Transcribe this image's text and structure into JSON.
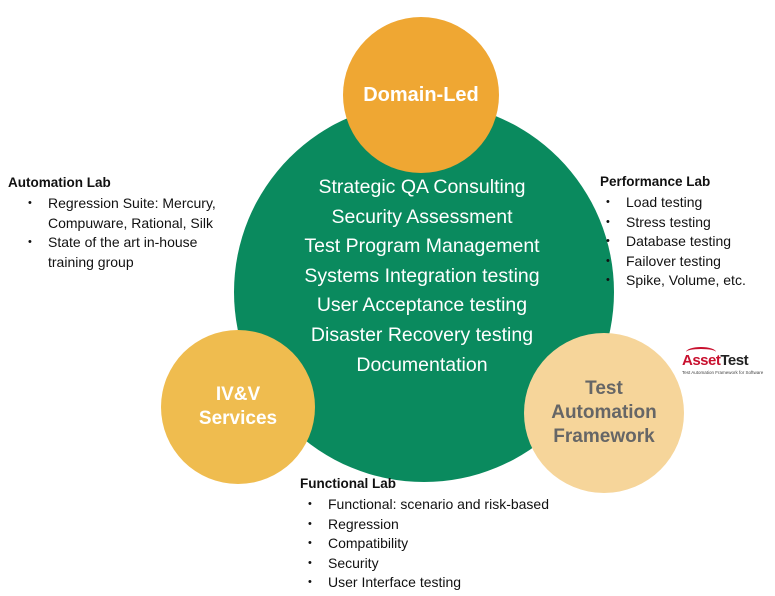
{
  "center": {
    "items": [
      "Strategic QA Consulting",
      "Security Assessment",
      "Test Program Management",
      "Systems Integration testing",
      "User Acceptance testing",
      "Disaster Recovery testing",
      "Documentation"
    ]
  },
  "circles": {
    "domain_led": "Domain-Led",
    "ivv": "IV&V\nServices",
    "taf": "Test\nAutomation\nFramework"
  },
  "automation_lab": {
    "title": "Automation Lab",
    "items": [
      "Regression Suite: Mercury,\nCompuware, Rational, Silk",
      "State of the art in-house\ntraining group"
    ]
  },
  "performance_lab": {
    "title": "Performance Lab",
    "items": [
      "Load testing",
      "Stress testing",
      "Database testing",
      "Failover testing",
      "Spike, Volume, etc."
    ]
  },
  "functional_lab": {
    "title": "Functional Lab",
    "items": [
      "Functional: scenario and risk-based",
      "Regression",
      "Compatibility",
      "Security",
      "User Interface testing"
    ]
  },
  "logo": {
    "name_part1": "Asset",
    "name_part2": "Test",
    "tagline": "Test Automation Framework for Software"
  },
  "colors": {
    "main_green": "#0a8a5e",
    "domain_orange": "#efa733",
    "ivv_gold": "#efbc4f",
    "taf_light": "#f6d59a",
    "logo_red": "#c8102e"
  }
}
